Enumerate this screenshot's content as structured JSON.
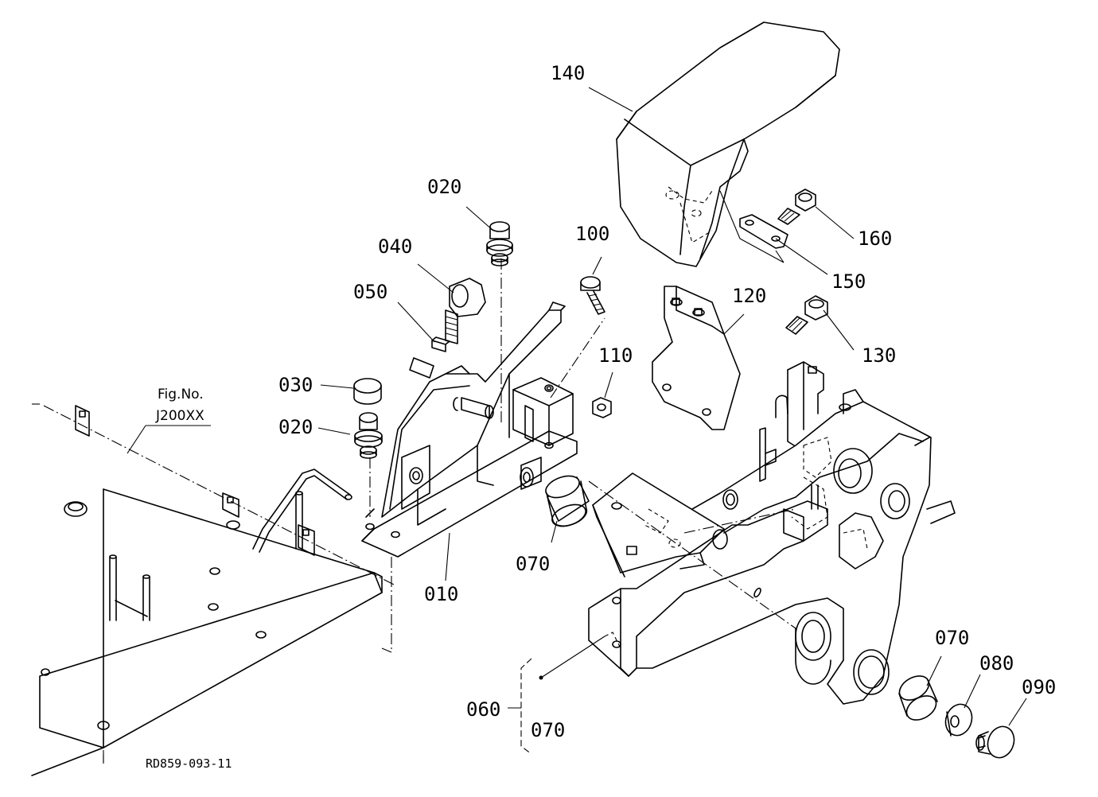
{
  "diagram": {
    "ref_code": "RD859-093-11",
    "fig_ref": {
      "line1": "Fig.No.",
      "line2": "J200XX"
    },
    "callouts": {
      "p140": "140",
      "p160": "160",
      "p150": "150",
      "p120": "120",
      "p130": "130",
      "p020a": "020",
      "p100": "100",
      "p040": "040",
      "p050": "050",
      "p110": "110",
      "p030": "030",
      "p020b": "020",
      "p070a": "070",
      "p010": "010",
      "p070b": "070",
      "p080": "080",
      "p090": "090",
      "p060": "060",
      "p070c": "070"
    }
  }
}
